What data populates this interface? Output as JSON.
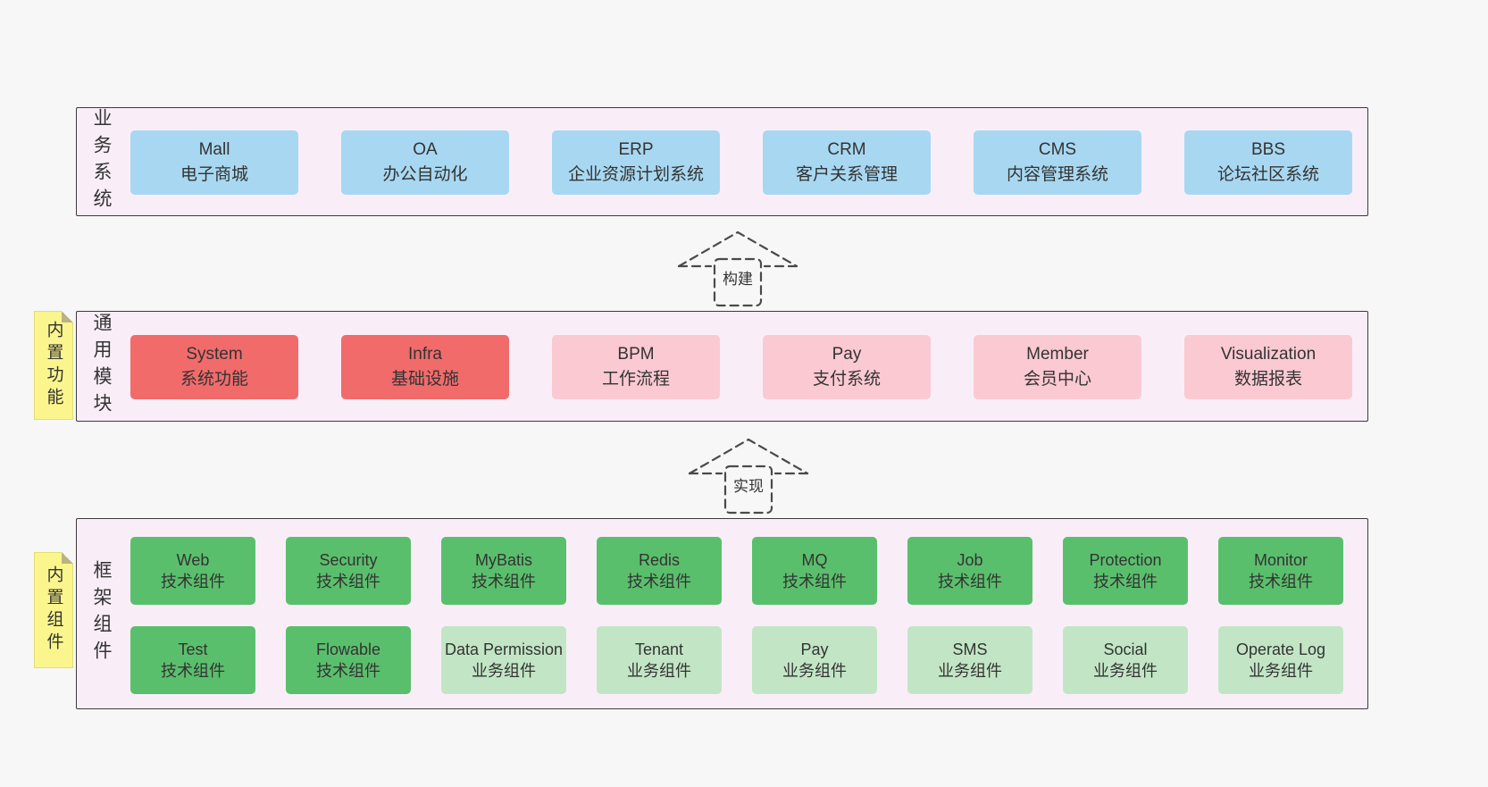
{
  "colors": {
    "background": "#f7f7f7",
    "container_bg": "#f9eef8",
    "container_border": "#3a3a3a",
    "blue_box": "#a8d8f1",
    "red_box": "#f16b6b",
    "pink_box": "#fbc9d2",
    "green_dark_box": "#5abf6c",
    "green_light_box": "#c2e6c5",
    "sticky_yellow": "#fbf58d",
    "text": "#333333"
  },
  "business_row": {
    "side_label": "业务系统",
    "items": [
      {
        "title": "Mall",
        "subtitle": "电子商城"
      },
      {
        "title": "OA",
        "subtitle": "办公自动化"
      },
      {
        "title": "ERP",
        "subtitle": "企业资源计划系统"
      },
      {
        "title": "CRM",
        "subtitle": "客户关系管理"
      },
      {
        "title": "CMS",
        "subtitle": "内容管理系统"
      },
      {
        "title": "BBS",
        "subtitle": "论坛社区系统"
      }
    ]
  },
  "arrow_build": {
    "label": "构建"
  },
  "modules_row": {
    "side_label": "通用模块",
    "sticky_label": "内置功能",
    "items": [
      {
        "title": "System",
        "subtitle": "系统功能"
      },
      {
        "title": "Infra",
        "subtitle": "基础设施"
      },
      {
        "title": "BPM",
        "subtitle": "工作流程"
      },
      {
        "title": "Pay",
        "subtitle": "支付系统"
      },
      {
        "title": "Member",
        "subtitle": "会员中心"
      },
      {
        "title": "Visualization",
        "subtitle": "数据报表"
      }
    ]
  },
  "arrow_implement": {
    "label": "实现"
  },
  "components_row": {
    "side_label": "框架组件",
    "sticky_label": "内置组件",
    "row1": [
      {
        "title": "Web",
        "subtitle": "技术组件"
      },
      {
        "title": "Security",
        "subtitle": "技术组件"
      },
      {
        "title": "MyBatis",
        "subtitle": "技术组件"
      },
      {
        "title": "Redis",
        "subtitle": "技术组件"
      },
      {
        "title": "MQ",
        "subtitle": "技术组件"
      },
      {
        "title": "Job",
        "subtitle": "技术组件"
      },
      {
        "title": "Protection",
        "subtitle": "技术组件"
      },
      {
        "title": "Monitor",
        "subtitle": "技术组件"
      }
    ],
    "row2": [
      {
        "title": "Test",
        "subtitle": "技术组件"
      },
      {
        "title": "Flowable",
        "subtitle": "技术组件"
      },
      {
        "title": "Data Permission",
        "subtitle": "业务组件"
      },
      {
        "title": "Tenant",
        "subtitle": "业务组件"
      },
      {
        "title": "Pay",
        "subtitle": "业务组件"
      },
      {
        "title": "SMS",
        "subtitle": "业务组件"
      },
      {
        "title": "Social",
        "subtitle": "业务组件"
      },
      {
        "title": "Operate Log",
        "subtitle": "业务组件"
      }
    ]
  }
}
